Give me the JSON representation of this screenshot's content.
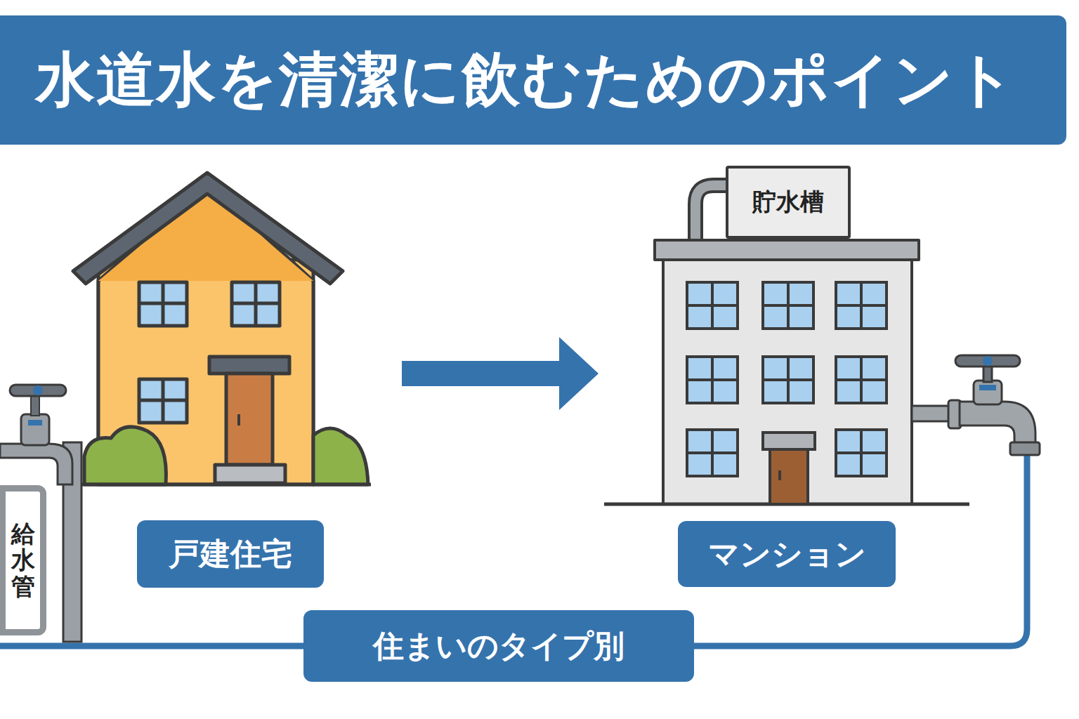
{
  "diagram": {
    "title": "水道水を清潔に飲むためのポイント",
    "nodes": [
      {
        "text": [
          "貯水槽"
        ]
      },
      {
        "text": [
          "給水管"
        ]
      },
      {
        "text": [
          "戸建住宅"
        ]
      },
      {
        "text": [
          "マンション"
        ]
      },
      {
        "text": [
          "住まいのタイプ別"
        ]
      }
    ]
  }
}
